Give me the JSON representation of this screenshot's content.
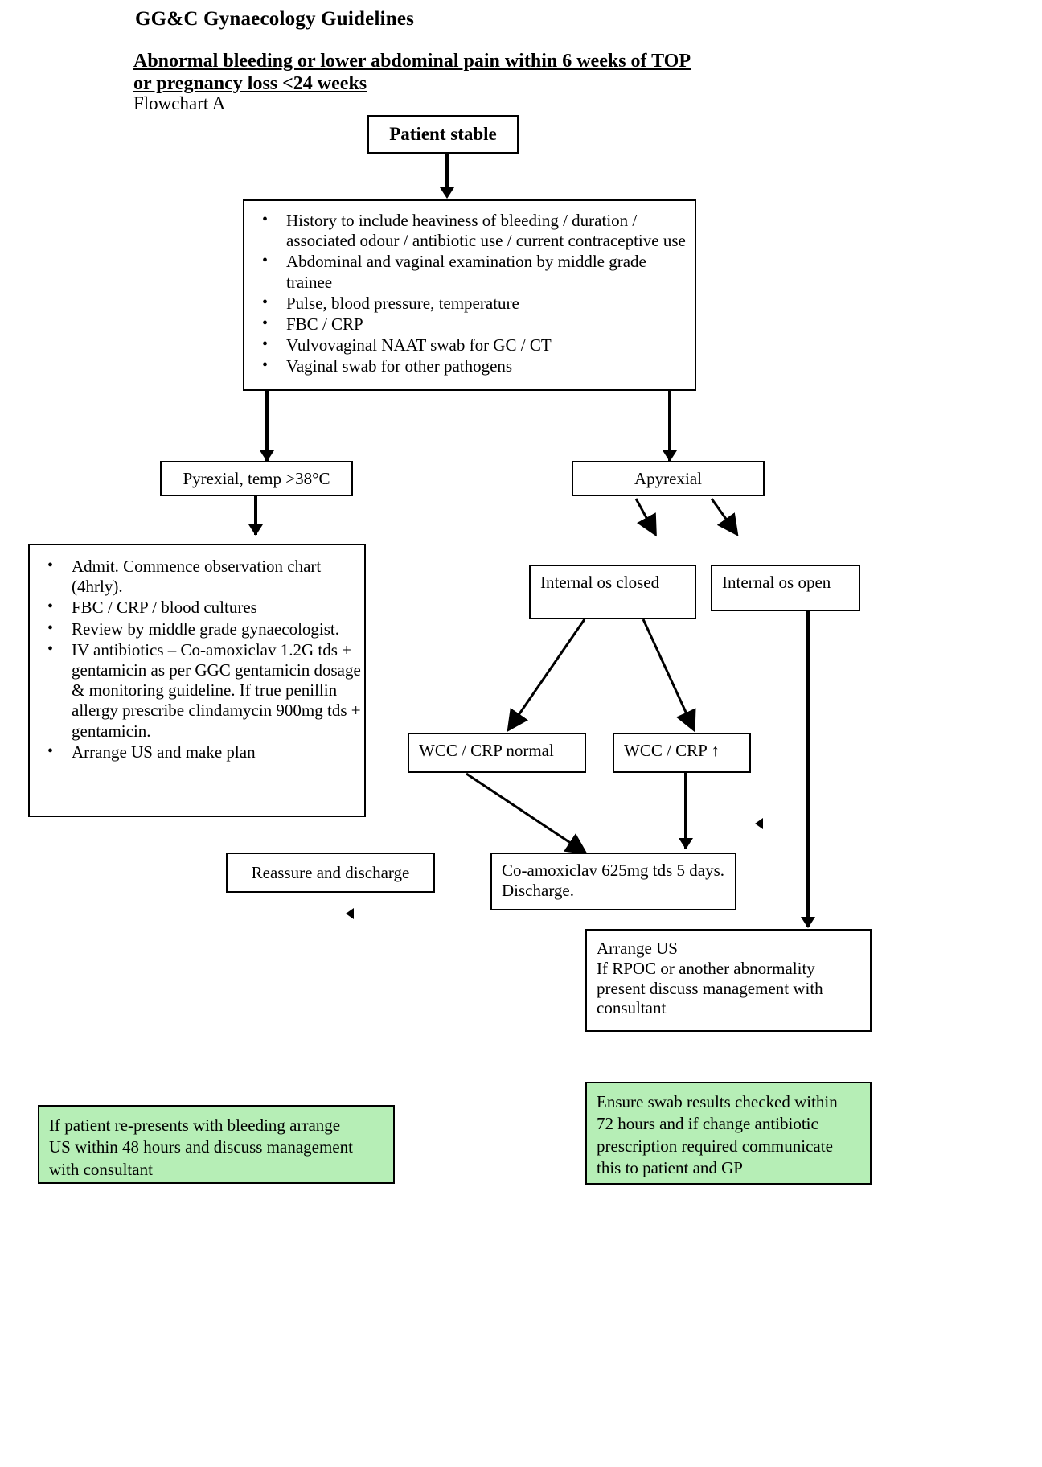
{
  "document": {
    "title": "GG&C Gynaecology Guidelines",
    "subtitle": "Abnormal bleeding or lower abdominal pain within 6 weeks of TOP or pregnancy loss <24 weeks",
    "flowchart_label": "Flowchart A"
  },
  "colors": {
    "note_fill": "#b6eeb6",
    "box_border": "#000000",
    "page_background": "#ffffff",
    "text": "#000000"
  },
  "nodes": {
    "patient_stable": {
      "label": "Patient stable"
    },
    "assessment": {
      "bullets": [
        "History to include heaviness of bleeding / duration / associated odour / antibiotic use / current contraceptive use",
        "Abdominal and vaginal examination by middle grade trainee",
        "Pulse, blood pressure, temperature",
        "FBC / CRP",
        "Vulvovaginal NAAT swab for GC / CT",
        "Vaginal swab for other pathogens"
      ]
    },
    "pyrexial": {
      "label": "Pyrexial, temp >38°C"
    },
    "apyrexial": {
      "label": "Apyrexial"
    },
    "admit": {
      "bullets": [
        "Admit. Commence observation chart (4hrly).",
        "FBC / CRP / blood cultures",
        "Review by middle grade gynaecologist.",
        "IV antibiotics – Co-amoxiclav 1.2G tds + gentamicin as per GGC gentamicin dosage & monitoring guideline. If true penillin allergy prescribe clindamycin 900mg tds + gentamicin.",
        "Arrange US and make plan"
      ]
    },
    "os_closed": {
      "label": "Internal os closed"
    },
    "os_open": {
      "label": "Internal os open"
    },
    "wcc_normal": {
      "label": "WCC / CRP normal"
    },
    "wcc_raised": {
      "label": "WCC / CRP ↑"
    },
    "reassure": {
      "label": "Reassure and discharge"
    },
    "coamox": {
      "label": "Co-amoxiclav 625mg tds 5 days. Discharge."
    },
    "arrange_us": {
      "lines": [
        "Arrange US",
        "If RPOC or another abnormality",
        "present discuss management with",
        "consultant"
      ]
    }
  },
  "notes": {
    "left": {
      "lines": [
        "If patient re-presents with bleeding arrange",
        "US within 48 hours and discuss management",
        "with consultant"
      ]
    },
    "right": {
      "lines": [
        "Ensure swab results checked within",
        "72 hours and if change antibiotic",
        "prescription required communicate",
        "this to patient and GP"
      ]
    }
  }
}
